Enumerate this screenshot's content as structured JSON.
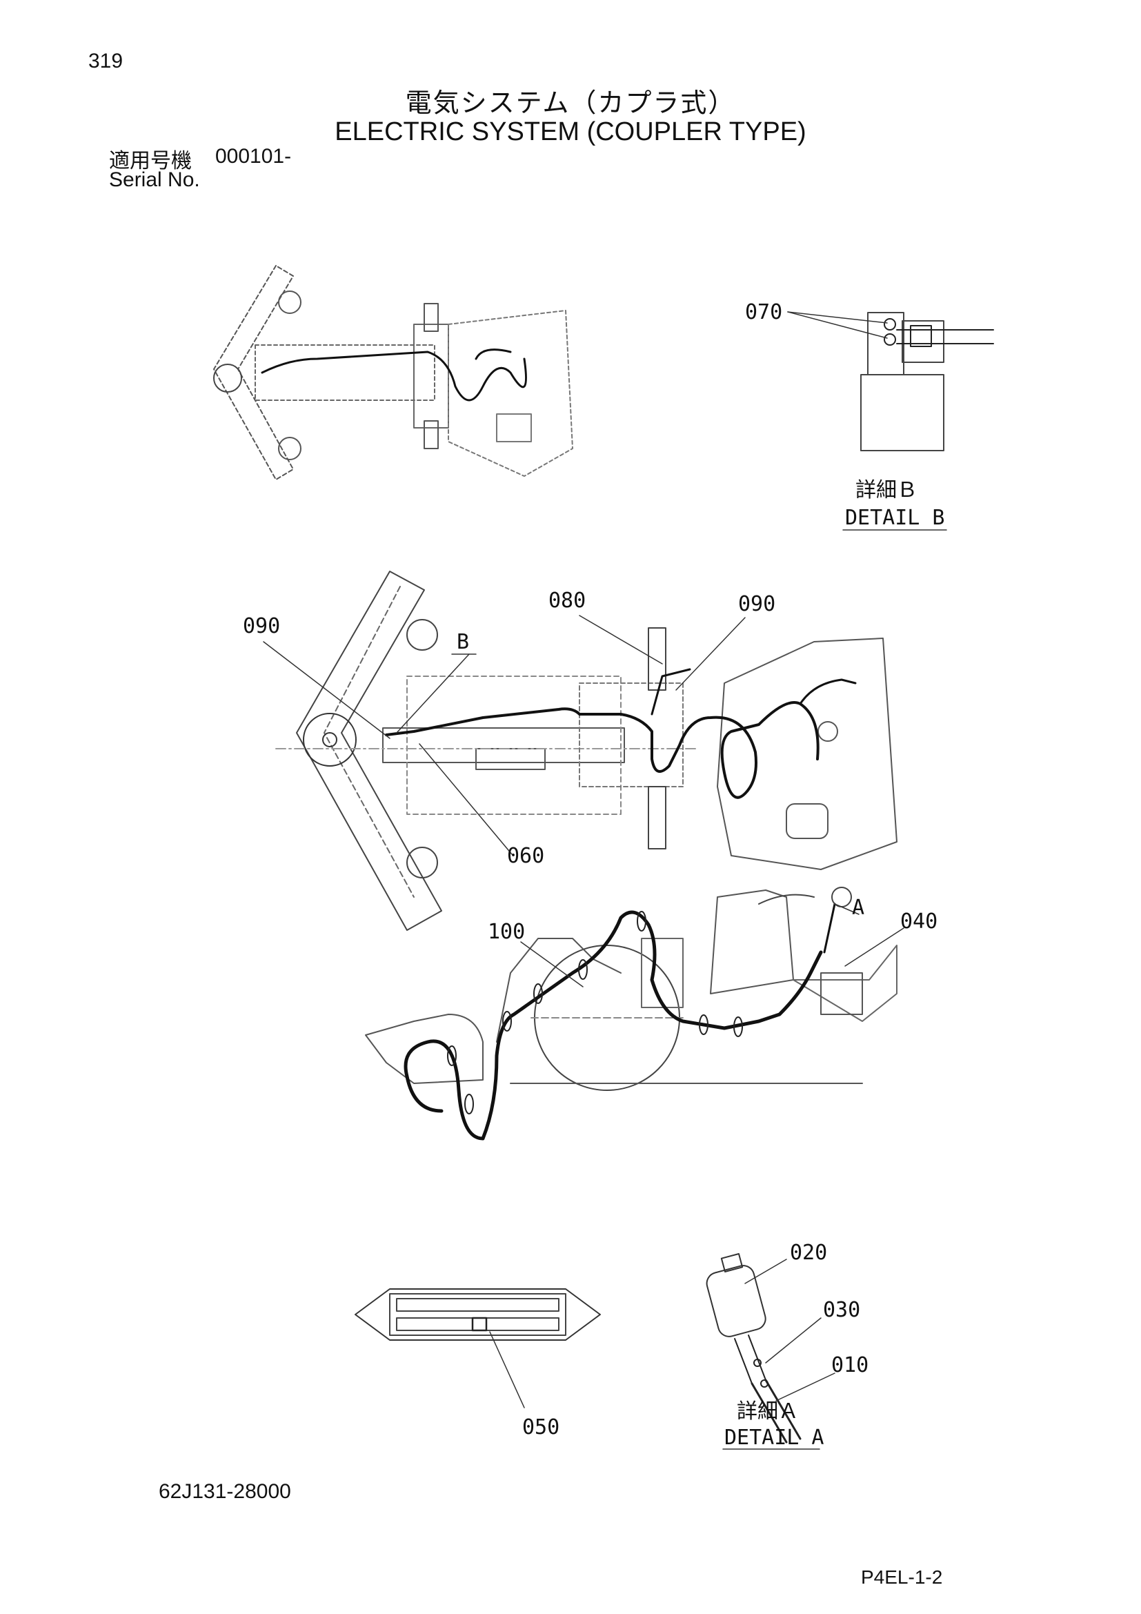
{
  "header": {
    "page_number": "319",
    "title_jp": "電気システム（カプラ式）",
    "title_en": "ELECTRIC SYSTEM (COUPLER TYPE)",
    "serial_label_jp": "適用号機",
    "serial_value": "000101-",
    "serial_label_en": "Serial No."
  },
  "callouts": {
    "c070": "070",
    "c080": "080",
    "c090_left": "090",
    "c090_right": "090",
    "view_b": "B",
    "c060": "060",
    "view_a": "A",
    "c040": "040",
    "c100": "100",
    "c020": "020",
    "c030": "030",
    "c010": "010",
    "c050": "050"
  },
  "details": {
    "detail_b_jp": "詳細Ｂ",
    "detail_b_en": "DETAIL B",
    "detail_a_jp": "詳細Ａ",
    "detail_a_en": "DETAIL A"
  },
  "footer": {
    "drawing_number": "62J131-28000",
    "page_ref": "P4EL-1-2"
  }
}
